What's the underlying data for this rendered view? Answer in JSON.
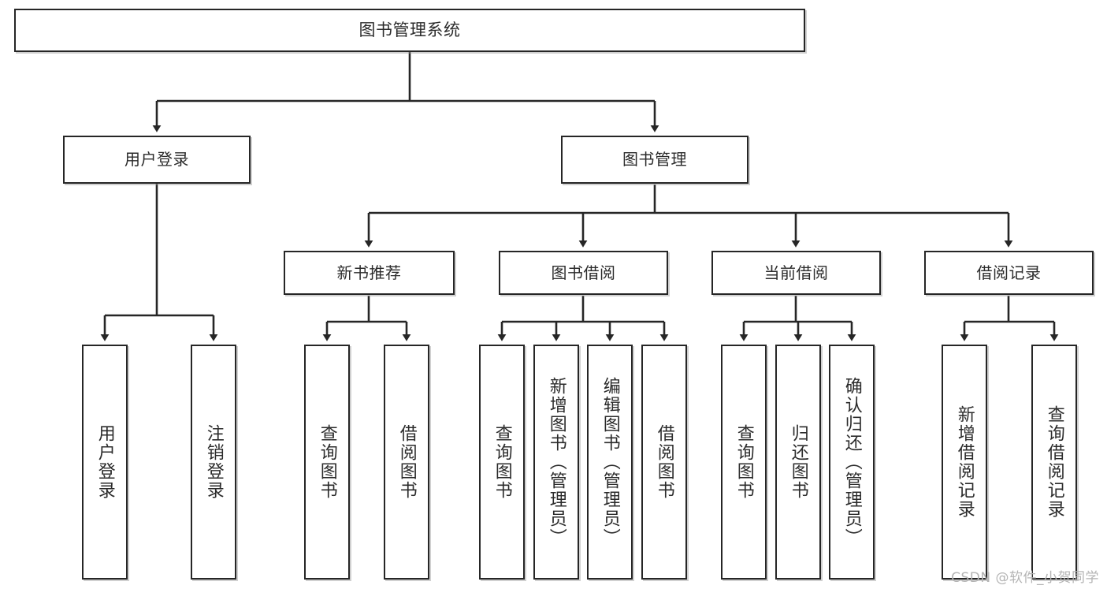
{
  "diagram": {
    "title": "图书管理系统",
    "type": "tree-hierarchy",
    "colors": {
      "border": "#262626",
      "fill": "#ffffff",
      "text": "#2b2b2b",
      "watermark": "#b4b4b4",
      "background": "#ffffff"
    }
  },
  "root": {
    "label": "图书管理系统"
  },
  "level1": [
    {
      "label": "用户登录"
    },
    {
      "label": "图书管理"
    }
  ],
  "level2": [
    {
      "label": "新书推荐"
    },
    {
      "label": "图书借阅"
    },
    {
      "label": "当前借阅"
    },
    {
      "label": "借阅记录"
    }
  ],
  "leaves": {
    "user_login": [
      {
        "label": "用户登录"
      },
      {
        "label": "注销登录"
      }
    ],
    "new_book_recommend": [
      {
        "label": "查询图书"
      },
      {
        "label": "借阅图书"
      }
    ],
    "book_borrow": [
      {
        "label": "查询图书"
      },
      {
        "label": "新增图书（管理员）"
      },
      {
        "label": "编辑图书（管理员）"
      },
      {
        "label": "借阅图书"
      }
    ],
    "current_borrow": [
      {
        "label": "查询图书"
      },
      {
        "label": "归还图书"
      },
      {
        "label": "确认归还（管理员）"
      }
    ],
    "borrow_record": [
      {
        "label": "新增借阅记录"
      },
      {
        "label": "查询借阅记录"
      }
    ]
  },
  "watermark": {
    "text": "CSDN @软件_小贺同学"
  }
}
